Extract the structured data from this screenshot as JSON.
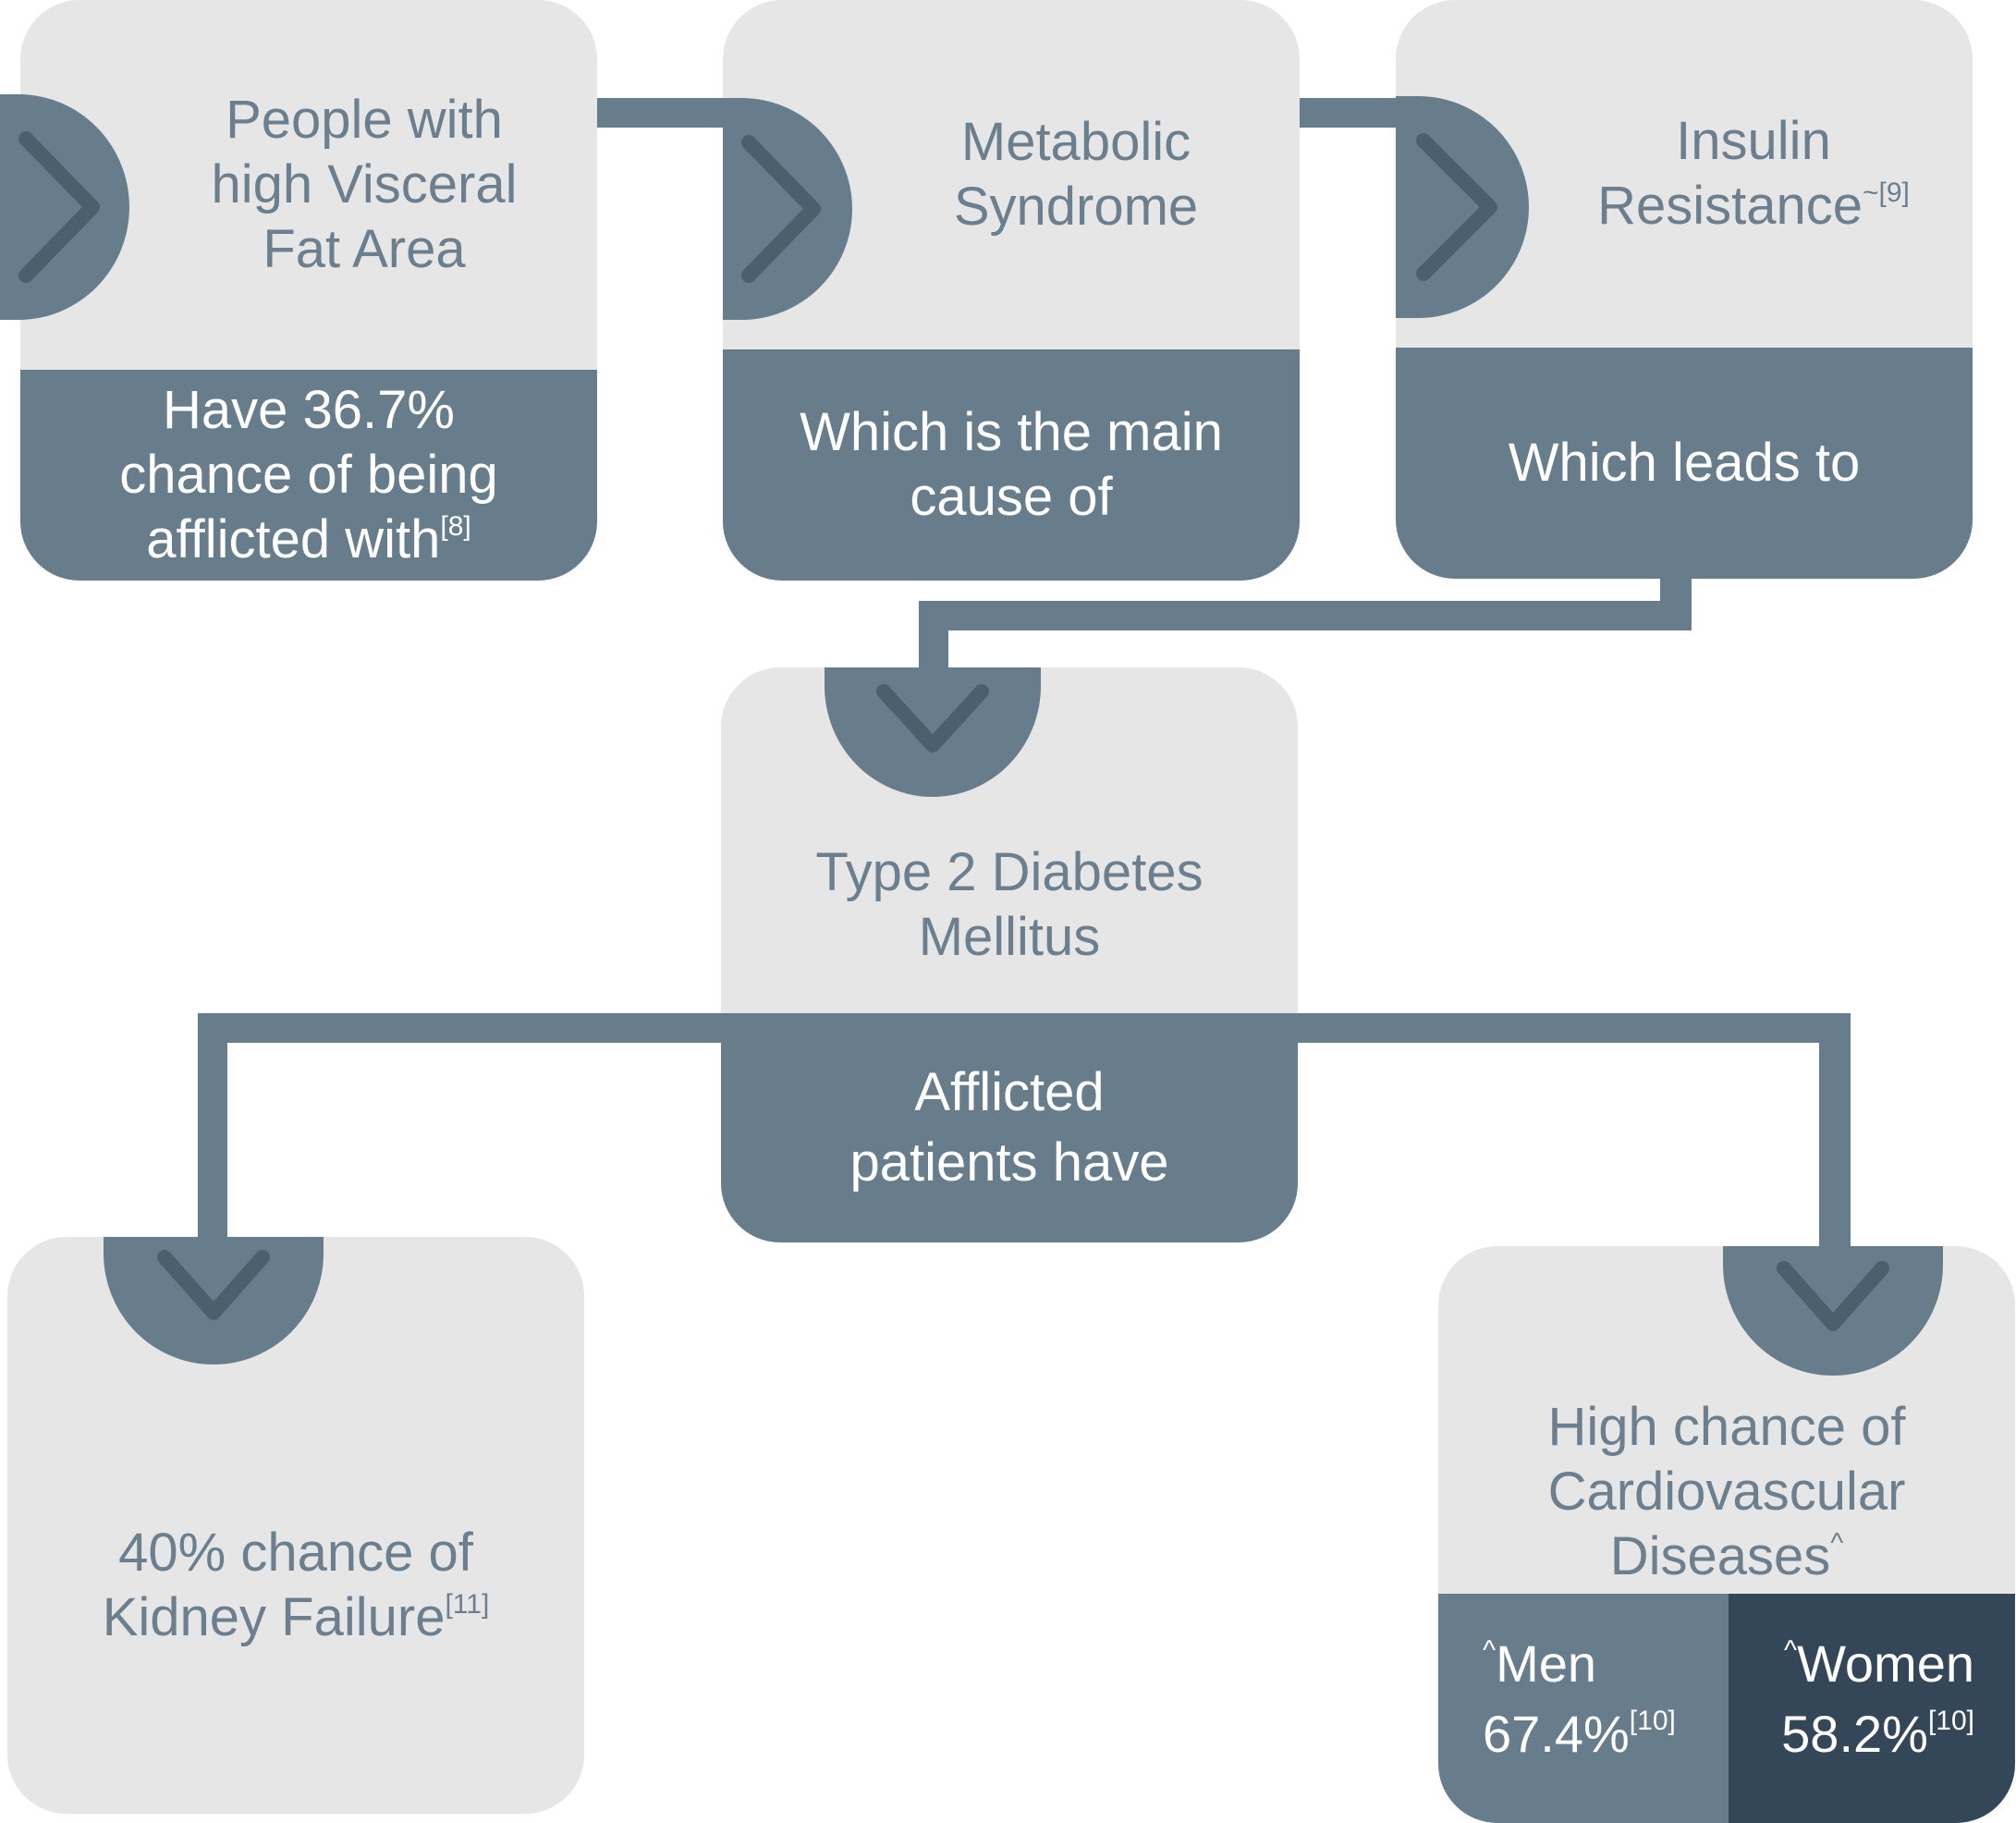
{
  "colors": {
    "box_light": "#e6e6e6",
    "box_dark": "#687d8c",
    "box_darker": "#344759",
    "text_muted": "#6b7f8e",
    "text_light": "#ffffff"
  },
  "nodes": {
    "visceral_fat": {
      "title": "People with high Visceral Fat Area",
      "caption": "Have 36.7% chance of being afflicted with",
      "caption_ref": "[8]"
    },
    "metabolic_syndrome": {
      "title": "Metabolic Syndrome",
      "caption": "Which is the main cause of"
    },
    "insulin_resistance": {
      "title": "Insulin Resistance",
      "title_ref": "~[9]",
      "caption": "Which leads to"
    },
    "diabetes": {
      "title": "Type 2 Diabetes Mellitus",
      "caption": "Afflicted patients have"
    },
    "kidney": {
      "title": "40% chance of Kidney Failure",
      "title_ref": "[11]"
    },
    "cardio": {
      "title": "High chance of Cardiovascular Diseases",
      "title_ref": "^",
      "men_prefix": "^",
      "men_label": "Men",
      "men_value": "67.4%",
      "men_ref": "[10]",
      "women_prefix": "^",
      "women_label": "Women",
      "women_value": "58.2%",
      "women_ref": "[10]"
    }
  },
  "icons": {
    "right": "chevron-right-icon",
    "down": "chevron-down-icon"
  }
}
